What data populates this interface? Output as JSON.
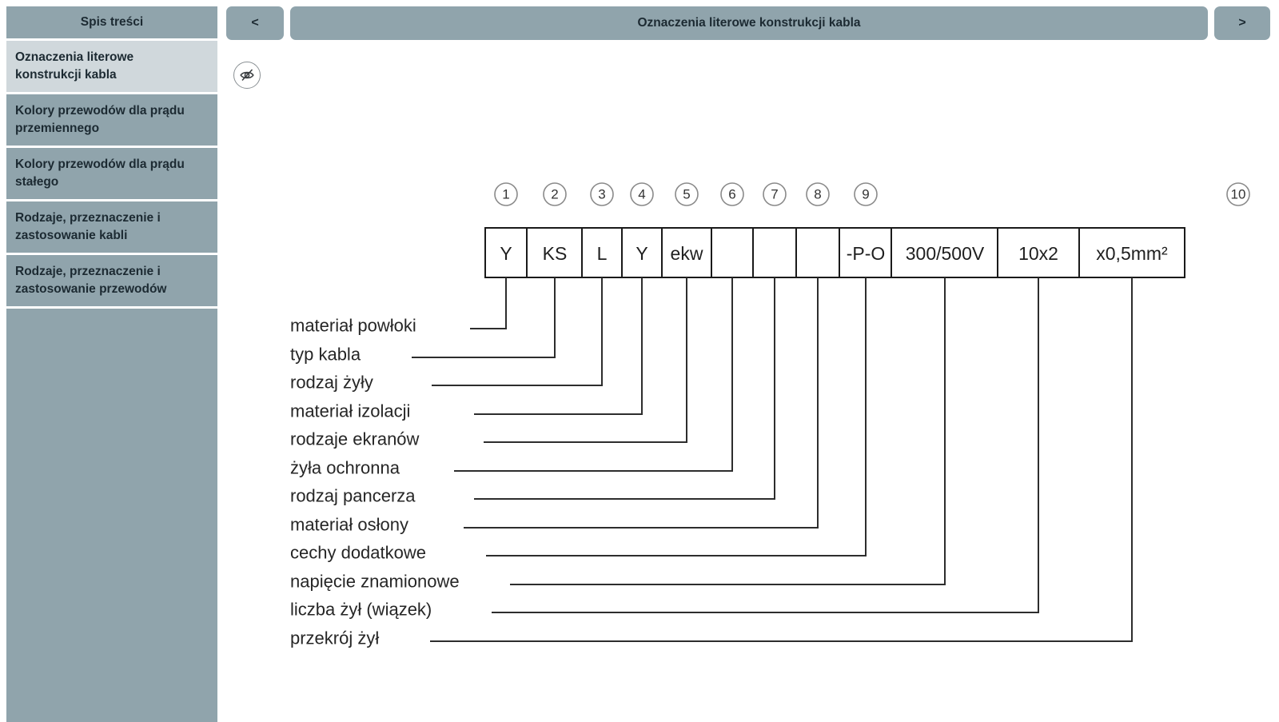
{
  "sidebar": {
    "title": "Spis treści",
    "items": [
      {
        "label": "Oznaczenia literowe konstrukcji kabla",
        "active": true
      },
      {
        "label": "Kolory przewodów dla prądu przemiennego",
        "active": false
      },
      {
        "label": "Kolory przewodów dla prądu stałego",
        "active": false
      },
      {
        "label": "Rodzaje, przeznaczenie i zastosowanie kabli",
        "active": false
      },
      {
        "label": "Rodzaje, przeznaczenie i zastosowanie przewodów",
        "active": false
      }
    ]
  },
  "topbar": {
    "back_label": "<",
    "next_label": ">",
    "title": "Oznaczenia literowe konstrukcji kabla"
  },
  "toolbar": {
    "hide_icon": "eye-off"
  },
  "diagram": {
    "position_numbers": [
      "1",
      "2",
      "3",
      "4",
      "5",
      "6",
      "7",
      "8",
      "9",
      "10"
    ],
    "boxes": [
      {
        "code": "Y"
      },
      {
        "code": "KS"
      },
      {
        "code": "L"
      },
      {
        "code": "Y"
      },
      {
        "code": "ekw"
      },
      {
        "code": ""
      },
      {
        "code": ""
      },
      {
        "code": ""
      },
      {
        "code": "-P-O"
      },
      {
        "code": "300/500V"
      },
      {
        "code": "10x2"
      },
      {
        "code": "x0,5mm²"
      }
    ],
    "labels": [
      "materiał powłoki",
      "typ kabla",
      "rodzaj żyły",
      "materiał izolacji",
      "rodzaje ekranów",
      "żyła ochronna",
      "rodzaj pancerza",
      "materiał osłony",
      "cechy dodatkowe",
      "napięcie znamionowe",
      "liczba żył (wiązek)",
      "przekrój żył"
    ]
  },
  "colors": {
    "chrome": "#90a4ac",
    "active_item": "#d0d8dc",
    "diagram_line": "#2d2d2d"
  }
}
